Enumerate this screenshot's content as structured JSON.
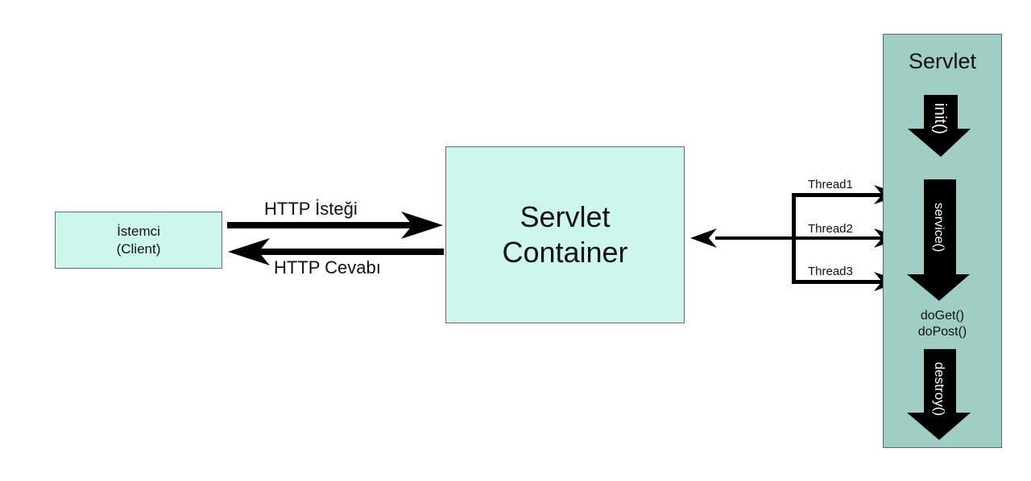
{
  "client": {
    "line1": "İstemci",
    "line2": "(Client)"
  },
  "http": {
    "request_label": "HTTP İsteği",
    "response_label": "HTTP Cevabı"
  },
  "container": {
    "line1": "Servlet",
    "line2": "Container"
  },
  "threads": [
    {
      "label": "Thread1"
    },
    {
      "label": "Thread2"
    },
    {
      "label": "Thread3"
    }
  ],
  "servlet": {
    "title": "Servlet",
    "lifecycle": {
      "init": "init()",
      "service": "service()",
      "destroy": "destroy()"
    },
    "methods": [
      "doGet()",
      "doPost()"
    ]
  },
  "colors": {
    "box_fill": "#cdf6ee",
    "servlet_fill": "#a0cec5",
    "arrow": "#000000"
  }
}
